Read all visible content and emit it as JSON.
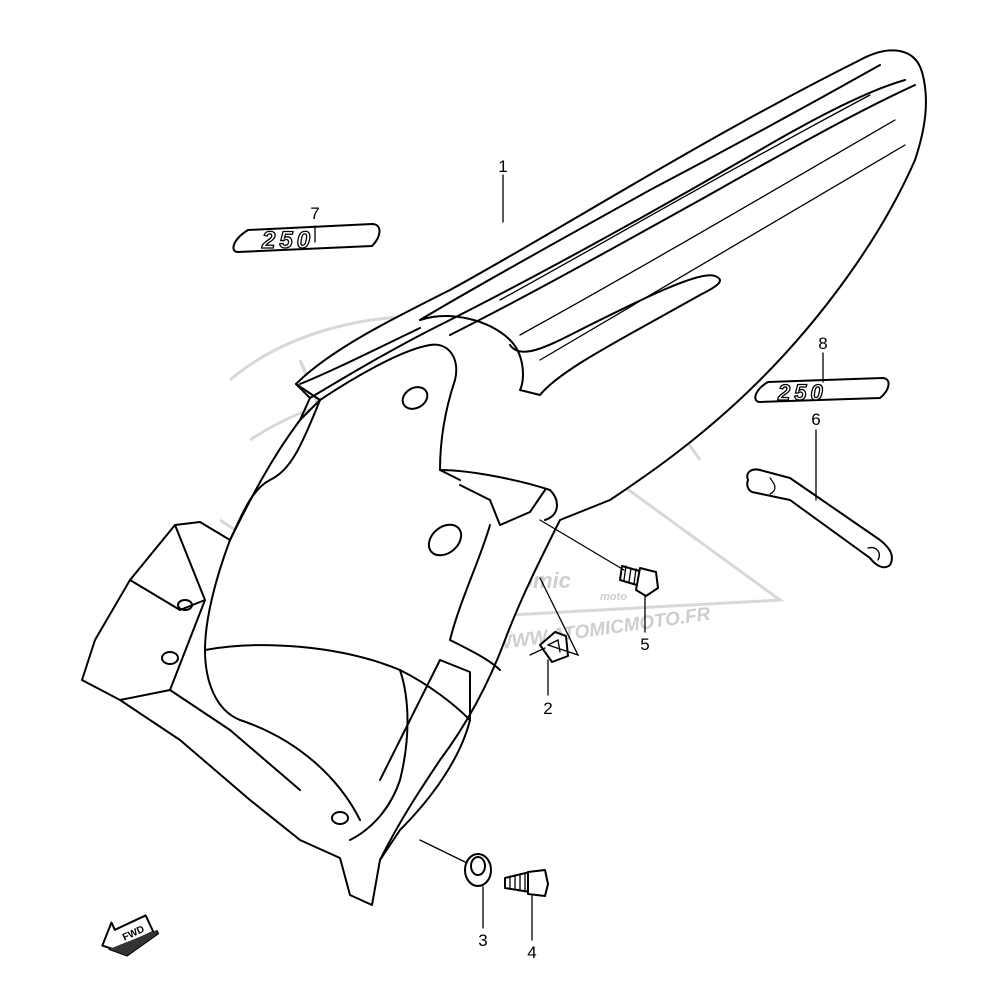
{
  "callouts": {
    "c1": "1",
    "c2": "2",
    "c3": "3",
    "c4": "4",
    "c5": "5",
    "c6": "6",
    "c7": "7",
    "c8": "8"
  },
  "decals": {
    "left": "250",
    "right": "250"
  },
  "watermark": {
    "url": "WWW.ATOMICMOTO.FR",
    "logo_text": "atomic",
    "logo_sub": "moto"
  },
  "fwd_arrow": "FWD"
}
